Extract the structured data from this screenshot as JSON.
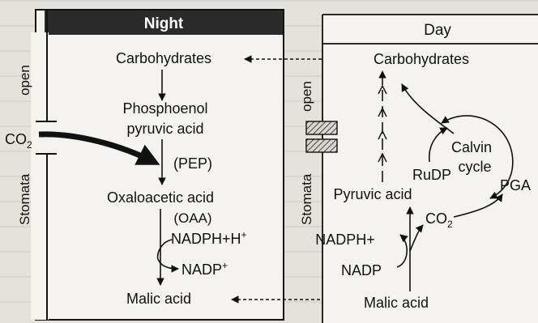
{
  "night": {
    "header": "Night",
    "stomata_label": "Stomata",
    "open_label": "open",
    "co2": "CO",
    "co2_sub": "2",
    "carbohydrates": "Carbohydrates",
    "pep_line1": "Phosphoenol",
    "pep_line2": "pyruvic acid",
    "pep_abbr": "(PEP)",
    "oaa": "Oxaloacetic acid",
    "oaa_abbr": "(OAA)",
    "nadph": "NADPH+H",
    "nadph_sup": "+",
    "nadp": "NADP",
    "nadp_sup": "+",
    "malic": "Malic acid"
  },
  "day": {
    "header": "Day",
    "stomata_label": "Stomata",
    "open_label": "open",
    "carbohydrates": "Carbohydrates",
    "calvin_line1": "Calvin",
    "calvin_line2": "cycle",
    "rudp": "RuDP",
    "pga": "PGA",
    "pyruvic": "Pyruvic acid",
    "co2": "CO",
    "co2_sub": "2",
    "nadph": "NADPH+",
    "nadp": "NADP",
    "malic": "Malic acid"
  },
  "colors": {
    "header_bg": "#2b2b2b",
    "header_text": "#ffffff",
    "ink": "#111111",
    "panel_bg": "#f4f3ef"
  }
}
